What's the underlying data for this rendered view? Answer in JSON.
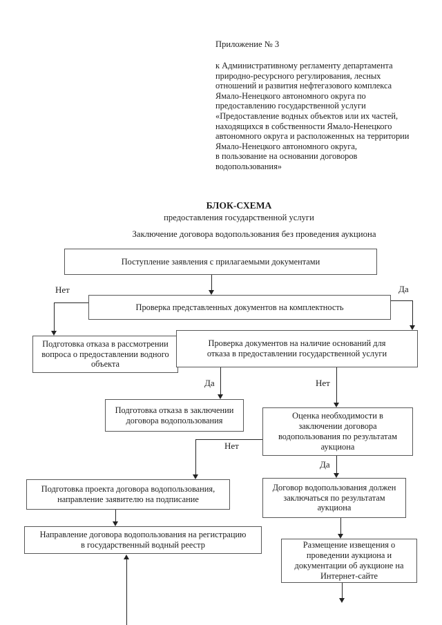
{
  "header": {
    "appendix_label": "Приложение № 3",
    "regulation_lines": [
      "к Административному регламенту департамента",
      "природно-ресурсного регулирования, лесных",
      "отношений и развития нефтегазового комплекса",
      "Ямало-Ненецкого автономного округа по",
      "предоставлению государственной услуги",
      "«Предоставление водных объектов или их частей,",
      "находящихся в собственности Ямало-Ненецкого",
      "автономного округа и расположенных на территории",
      "Ямало-Ненецкого автономного округа,",
      "в пользование на основании договоров",
      "водопользования»"
    ],
    "title": "БЛОК-СХЕМА",
    "subtitle": "предоставления государственной услуги",
    "section_heading": "Заключение договора водопользования без проведения аукциона"
  },
  "flowchart": {
    "type": "flowchart",
    "nodes": {
      "application_receipt": {
        "lines": [
          "Поступление заявления с прилагаемыми документами"
        ]
      },
      "completeness_check": {
        "lines": [
          "Проверка представленных документов на комплектность"
        ]
      },
      "refusal_consideration": {
        "lines": [
          "Подготовка отказа в рассмотрении",
          "вопроса о предоставлении водного",
          "объекта"
        ]
      },
      "grounds_check": {
        "lines": [
          "Проверка документов на наличие оснований для",
          "отказа в предоставлении государственной услуги"
        ]
      },
      "refusal_conclusion": {
        "lines": [
          "Подготовка отказа в заключении",
          "договора водопользования"
        ]
      },
      "auction_need_assessment": {
        "lines": [
          "Оценка необходимости в",
          "заключении договора",
          "водопользования по результатам",
          "аукциона"
        ]
      },
      "draft_contract": {
        "lines": [
          "Подготовка проекта договора водопользования,",
          "направление заявителю на подписание"
        ]
      },
      "auction_required": {
        "lines": [
          "Договор водопользования должен",
          "заключаться по результатам",
          "аукциона"
        ]
      },
      "registration": {
        "lines": [
          "Направление договора водопользования на регистрацию",
          "в государственный водный реестр"
        ]
      },
      "auction_notice": {
        "lines": [
          "Размещение извещения о",
          "проведении аукциона и",
          "документации об аукционе на",
          "Интернет-сайте"
        ]
      }
    },
    "edge_labels": {
      "no": "Нет",
      "yes": "Да"
    }
  },
  "colors": {
    "text": "#1d1d1d",
    "box_border": "#565656",
    "connector": "#232323",
    "background": "#ffffff"
  }
}
